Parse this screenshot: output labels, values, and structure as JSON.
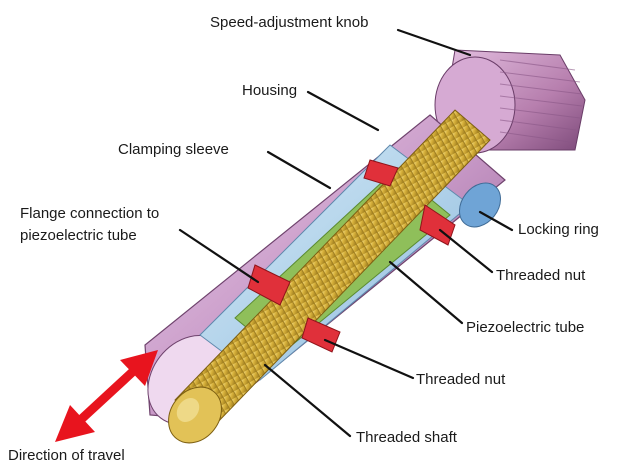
{
  "labels": {
    "speed_knob": "Speed-adjustment knob",
    "housing": "Housing",
    "clamping_sleeve": "Clamping sleeve",
    "flange_line1": "Flange connection to",
    "flange_line2": "piezoelectric tube",
    "locking_ring": "Locking ring",
    "threaded_nut_upper": "Threaded nut",
    "piezo_tube": "Piezoelectric tube",
    "threaded_nut_lower": "Threaded nut",
    "threaded_shaft": "Threaded shaft",
    "direction": "Direction of travel"
  },
  "colors": {
    "housing": "#c99ac8",
    "housing_dark": "#8e5a8f",
    "knob": "#b77fae",
    "shaft_gold": "#d8b23c",
    "shaft_dark": "#9c7a1c",
    "sleeve_blue": "#9cc7e8",
    "piezo_green": "#8fbf5a",
    "nut_red": "#e0303a",
    "arrow_red": "#e8141e"
  }
}
